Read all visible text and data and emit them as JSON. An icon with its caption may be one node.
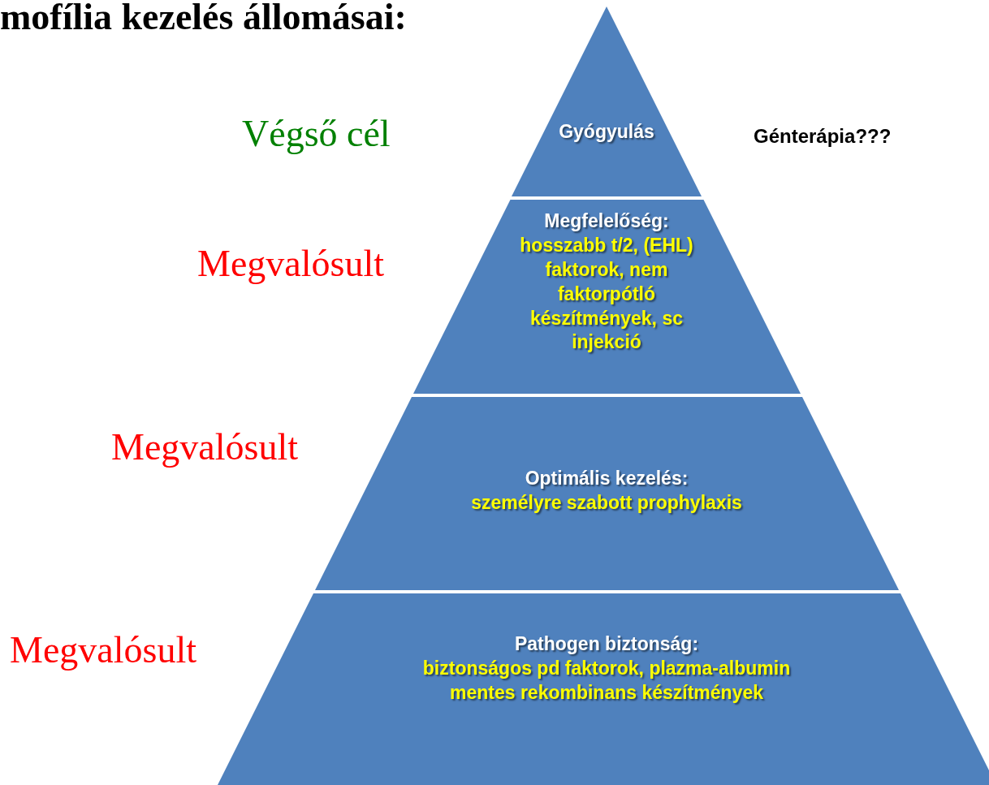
{
  "diagram": {
    "title": "mofília kezelés állomásai:",
    "nodes": [
      {
        "text": [
          "Gyógyulás"
        ],
        "beside": [
          "Génterápia???"
        ]
      },
      {
        "text": [
          "Megfelelőség:",
          "hosszabb t/2, (EHL) faktorok, nem faktorpótló készítmények, sc injekció"
        ],
        "beside": [
          "Megvalósult"
        ]
      },
      {
        "text": [
          "Optimális kezelés:",
          "személyre szabott prophylaxis"
        ],
        "beside": [
          "Megvalósult"
        ]
      },
      {
        "text": [
          "Pathogen biztonság:",
          "biztonságos pd faktorok, plazma-albumin mentes rekombinans készítmények"
        ],
        "beside": [
          "Megvalósult"
        ]
      }
    ],
    "labels": [
      "Végső cél"
    ]
  }
}
